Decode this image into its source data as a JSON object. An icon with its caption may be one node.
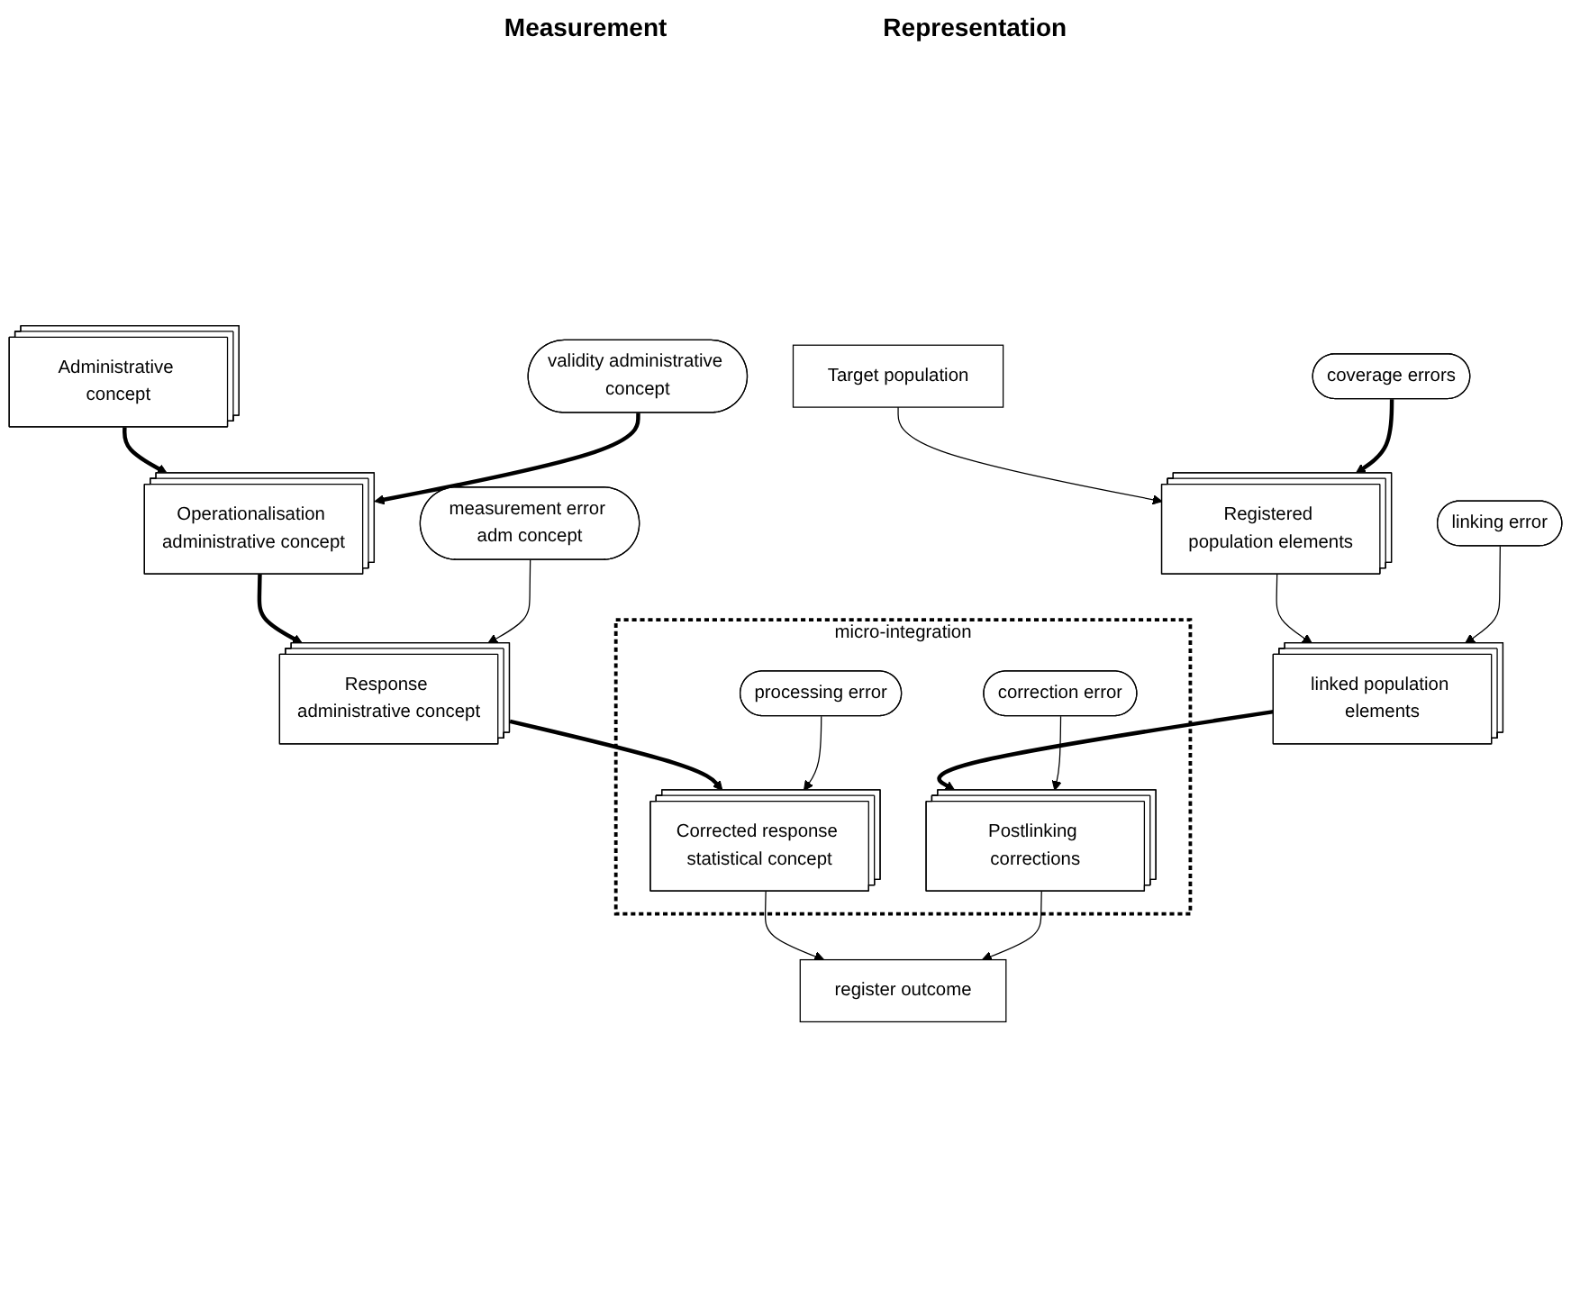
{
  "diagram": {
    "nodes": [
      {
        "text": [
          "Administrative concept"
        ]
      },
      {
        "text": [
          "Target population"
        ]
      },
      {
        "text": [
          "validity administrative concept"
        ]
      },
      {
        "text": [
          "coverage errors"
        ]
      },
      {
        "text": [
          "Operationalisation administrative concept"
        ]
      },
      {
        "text": [
          "Registered population elements"
        ]
      },
      {
        "text": [
          "measurement error adm concept"
        ]
      },
      {
        "text": [
          "linking error"
        ]
      },
      {
        "text": [
          "Response administrative concept"
        ]
      },
      {
        "text": [
          "linked population elements"
        ]
      },
      {
        "text": [
          "micro-integration"
        ]
      },
      {
        "text": [
          "processing error"
        ],
        "in": 10
      },
      {
        "text": [
          "correction error"
        ],
        "in": 10
      },
      {
        "text": [
          "Corrected response statistical concept"
        ],
        "in": 10
      },
      {
        "text": [
          "Postlinking corrections"
        ],
        "in": 10
      },
      {
        "text": [
          "register outcome"
        ]
      }
    ],
    "edges": [
      {
        "from": 0,
        "to": 4,
        "arrow": "to",
        "style": "thick"
      },
      {
        "from": 2,
        "to": 4,
        "arrow": "to",
        "style": "thick"
      },
      {
        "from": 1,
        "to": 5,
        "arrow": "to"
      },
      {
        "from": 3,
        "to": 5,
        "arrow": "to",
        "style": "thick"
      },
      {
        "from": 4,
        "to": 8,
        "arrow": "to",
        "style": "thick"
      },
      {
        "from": 6,
        "to": 8,
        "arrow": "to"
      },
      {
        "from": 5,
        "to": 9,
        "arrow": "to"
      },
      {
        "from": 7,
        "to": 9,
        "arrow": "to"
      },
      {
        "from": 8,
        "to": 13,
        "arrow": "to",
        "style": "thick"
      },
      {
        "from": 11,
        "to": 13,
        "arrow": "to"
      },
      {
        "from": 9,
        "to": 14,
        "arrow": "to",
        "style": "thick"
      },
      {
        "from": 12,
        "to": 14,
        "arrow": "to"
      },
      {
        "from": 13,
        "to": 15,
        "arrow": "to"
      },
      {
        "from": 14,
        "to": 15,
        "arrow": "to"
      }
    ],
    "labels": [
      "Measurement",
      "Representation"
    ]
  }
}
